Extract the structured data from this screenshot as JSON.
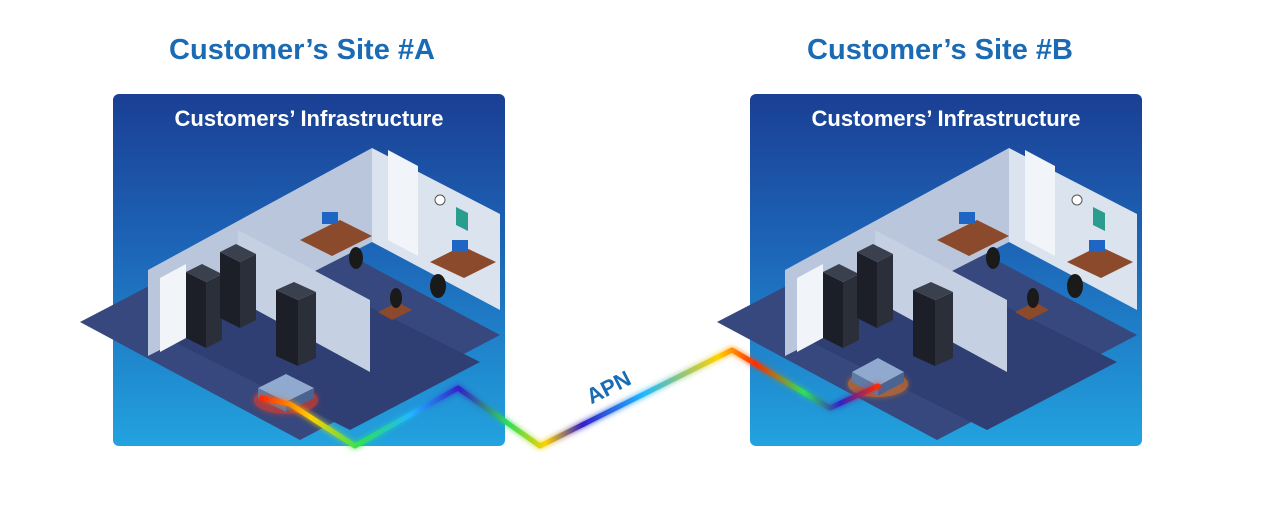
{
  "site_a": {
    "title": "Customer’s Site #A",
    "panel_label": "Customers’ Infrastructure"
  },
  "site_b": {
    "title": "Customer’s Site #B",
    "panel_label": "Customers’ Infrastructure"
  },
  "link": {
    "label": "APN"
  },
  "colors": {
    "title": "#1a6bb3",
    "panel_top": "#1a3f94",
    "panel_bottom": "#22a3df",
    "floor": "#3b4f86",
    "wall": "#c9d4e6",
    "rack": "#1c1f27",
    "apn_gradient": [
      "#ff2a00",
      "#ffd200",
      "#2ee05a",
      "#1fb9ff",
      "#3320c8"
    ]
  }
}
